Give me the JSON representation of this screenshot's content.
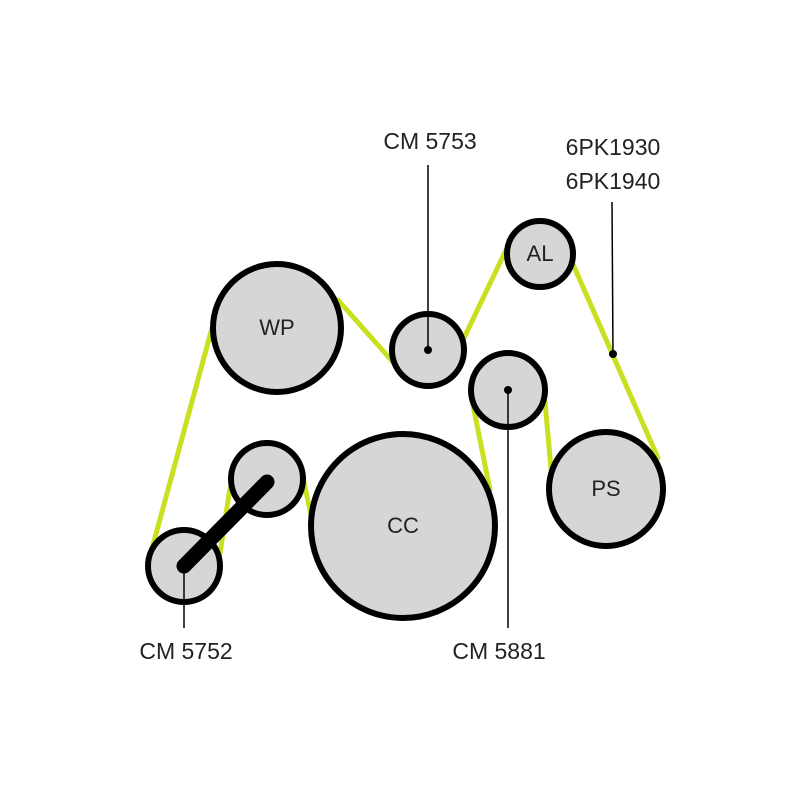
{
  "pulleys": {
    "wp": "WP",
    "al": "AL",
    "cc": "CC",
    "ps": "PS"
  },
  "callouts": {
    "cm5753": "CM 5753",
    "belt_line1": "6PK1930",
    "belt_line2": "6PK1940",
    "cm5881": "CM 5881",
    "cm5752": "CM 5752"
  },
  "colors": {
    "belt": "#c8e020",
    "pulley": "#d6d6d6"
  }
}
